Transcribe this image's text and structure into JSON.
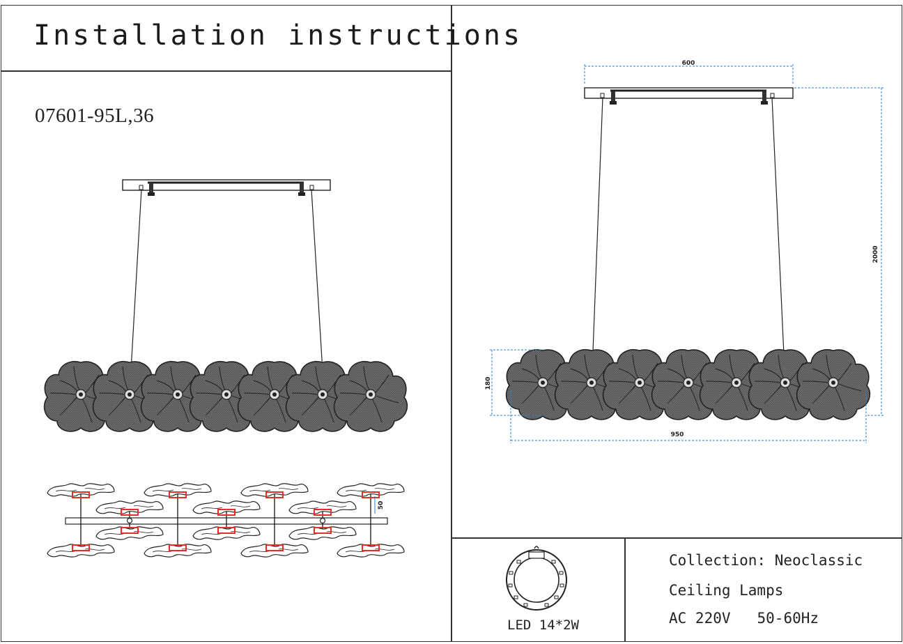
{
  "title": "Installation instructions",
  "model": "07601-95L,36",
  "dimensions": {
    "top_width": "600",
    "height": "2000",
    "shade_height": "180",
    "total_width": "950",
    "side_gap": "50"
  },
  "specs": {
    "collection": "Collection: Neoclassic",
    "category": "Ceiling Lamps",
    "voltage": "AC 220V",
    "frequency": "50-60Hz",
    "led": "LED 14*2W"
  },
  "colors": {
    "line": "#333333",
    "dimension": "#2a7fd0",
    "highlight": "#e0302a",
    "flower_fill": "#6a6a6a"
  }
}
